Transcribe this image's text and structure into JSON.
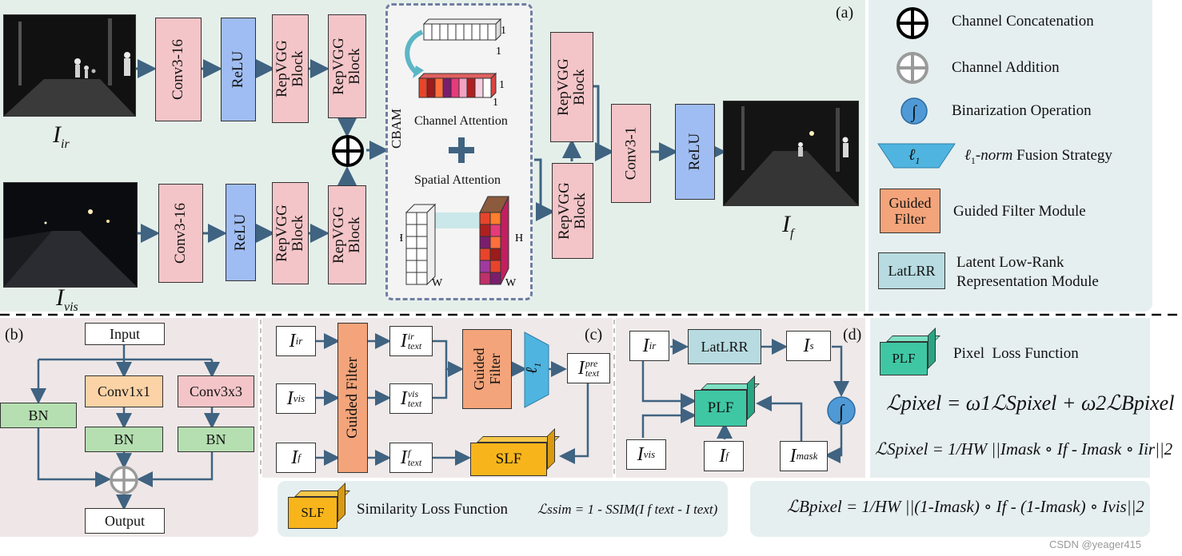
{
  "panel_a": {
    "tag": "(a)",
    "input_ir": {
      "main": "I",
      "sub": "ir"
    },
    "input_vis": {
      "main": "I",
      "sub": "vis"
    },
    "output_f": {
      "main": "I",
      "sub": "f"
    },
    "top_row": [
      "Conv3-16",
      "ReLU",
      "RepVGG Block",
      "RepVGG Block"
    ],
    "bottom_row": [
      "Conv3-16",
      "ReLU",
      "RepVGG Block",
      "RepVGG Block"
    ],
    "cbam_label": "CBAM",
    "channel_attention": "Channel Attention",
    "spatial_attention": "Spatial Attention",
    "ca_dims": [
      "1",
      "1",
      "1",
      "1"
    ],
    "sa_dims": {
      "h": "H",
      "w": "W"
    },
    "post": [
      "RepVGG Block",
      "RepVGG Block",
      "Conv3-1",
      "ReLU"
    ]
  },
  "legend_top": {
    "concat": "Channel Concatenation",
    "addition": "Channel Addition",
    "binarization": "Binarization Operation",
    "l1_symbol": "ℓ",
    "l1_sub": "1",
    "l1_text_norm": "-norm",
    "l1_text_rest": " Fusion Strategy",
    "guided_box": "Guided Filter",
    "guided_text": "Guided Filter Module",
    "latlrr_box": "LatLRR",
    "latlrr_text_1": "Latent Low-Rank",
    "latlrr_text_2": "Representation Module"
  },
  "panel_b": {
    "tag": "(b)",
    "input": "Input",
    "conv1": "Conv1x1",
    "conv3": "Conv3x3",
    "bn": "BN",
    "output": "Output"
  },
  "panel_c": {
    "tag": "(c)",
    "guided_filter_vertical": "Guided Filter",
    "guided_filter_small": "Guided Filter",
    "l1": "ℓ",
    "l1_sub": "1",
    "slf": "SLF",
    "i_ir": {
      "main": "I",
      "sub": "ir"
    },
    "i_vis": {
      "main": "I",
      "sub": "vis"
    },
    "i_f": {
      "main": "I",
      "sub": "f"
    },
    "text_ir": {
      "main": "I",
      "sup": "ir",
      "sub": "text"
    },
    "text_vis": {
      "main": "I",
      "sup": "vis",
      "sub": "text"
    },
    "text_f": {
      "main": "I",
      "sup": "f",
      "sub": "text"
    },
    "text_pre": {
      "main": "I",
      "sup": "pre",
      "sub": "text"
    }
  },
  "panel_d": {
    "tag": "(d)",
    "latlrr": "LatLRR",
    "plf": "PLF",
    "i_ir": {
      "main": "I",
      "sub": "ir"
    },
    "i_s": {
      "main": "I",
      "sub": "s"
    },
    "i_vis": {
      "main": "I",
      "sub": "vis"
    },
    "i_f": {
      "main": "I",
      "sub": "f"
    },
    "i_mask": {
      "main": "I",
      "sub": "mask"
    },
    "binarize": "∫"
  },
  "legend_bottom": {
    "plf_box": "PLF",
    "plf_text": "Pixel  Loss Function",
    "slf_box": "SLF",
    "slf_text": "Similarity Loss Function",
    "ssim_eq": "ℒssim = 1 - SSIM(I f text - I text)",
    "pixel_eq": "ℒpixel = ω1ℒSpixel + ω2ℒBpixel",
    "s_eq": "ℒSpixel = 1/HW ||Imask ∘ If - Imask ∘ Iir||2",
    "b_eq": "ℒBpixel = 1/HW ||(1-Imask) ∘ If - (1-Imask) ∘ Ivis||2"
  },
  "watermark": "CSDN @yeager415",
  "colors": {
    "panel_a_bg": "#e5efea",
    "legend_bg": "#e6eff0",
    "panel_b_bg": "#efe7e7",
    "panel_c_bg": "#efe9e9",
    "pink": "#f4c5c8",
    "blue": "#9fbdf2",
    "orange": "#f4a47a",
    "green": "#b5dfb1",
    "teal_plf": "#3fc7a4",
    "latlrr": "#b7dbe0",
    "yellow_slf": "#f8b51b",
    "arrow": "#3f6381"
  }
}
